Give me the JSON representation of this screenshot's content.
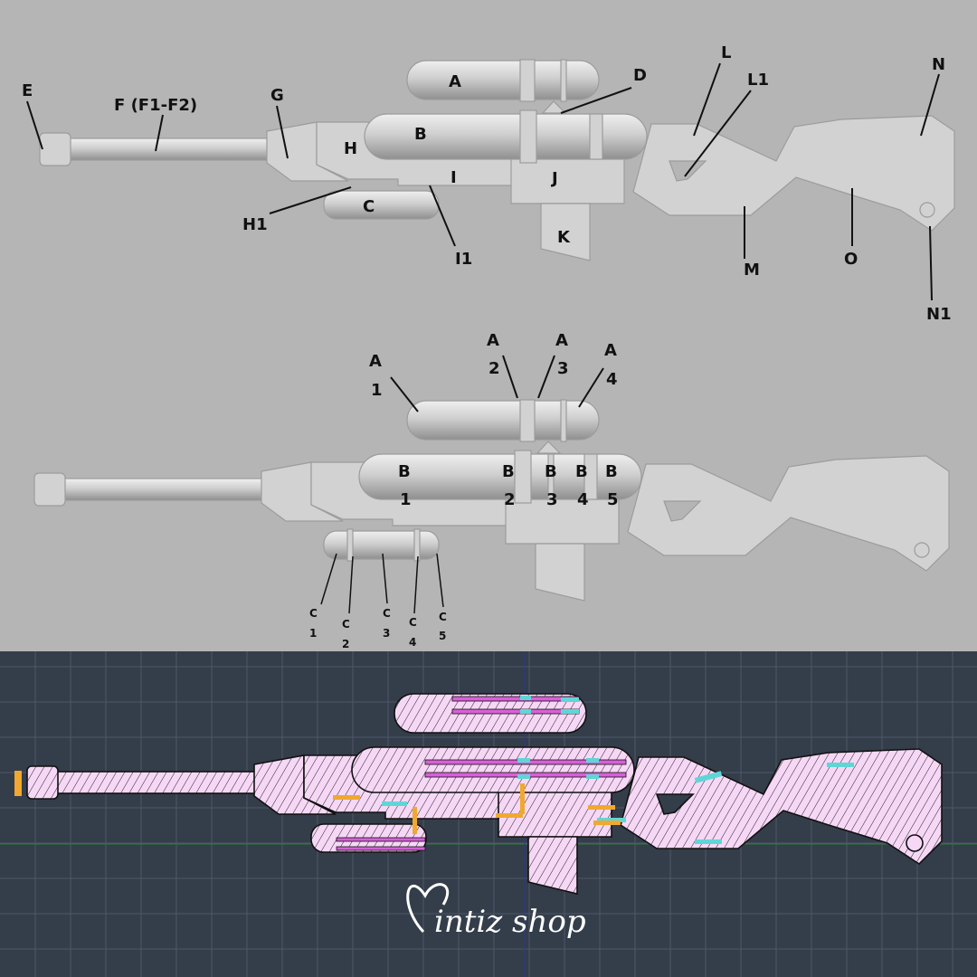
{
  "colors": {
    "background_top": "#b5b5b5",
    "model_grey": "#d2d2d2",
    "cad_background": "#343d4a",
    "section_fill": "#f6d8f6",
    "bar_magenta": "#d860d8",
    "bar_cyan": "#5fd6d6",
    "bar_orange": "#f0a830"
  },
  "top_labels": {
    "E": "E",
    "F": "F (F1-F2)",
    "G": "G",
    "H": "H",
    "H1": "H1",
    "A": "A",
    "B": "B",
    "C": "C",
    "D": "D",
    "I": "I",
    "I1": "I1",
    "J": "J",
    "K": "K",
    "L": "L",
    "L1": "L1",
    "M": "M",
    "N": "N",
    "N1": "N1",
    "O": "O"
  },
  "a_parts": [
    {
      "letter": "A",
      "num": "1"
    },
    {
      "letter": "A",
      "num": "2"
    },
    {
      "letter": "A",
      "num": "3"
    },
    {
      "letter": "A",
      "num": "4"
    }
  ],
  "b_parts": [
    {
      "letter": "B",
      "num": "1"
    },
    {
      "letter": "B",
      "num": "2"
    },
    {
      "letter": "B",
      "num": "3"
    },
    {
      "letter": "B",
      "num": "4"
    },
    {
      "letter": "B",
      "num": "5"
    }
  ],
  "c_parts": [
    {
      "letter": "C",
      "num": "1"
    },
    {
      "letter": "C",
      "num": "2"
    },
    {
      "letter": "C",
      "num": "3"
    },
    {
      "letter": "C",
      "num": "4"
    },
    {
      "letter": "C",
      "num": "5"
    }
  ],
  "logo": {
    "text": "intiz shop",
    "full": "Mintiz shop"
  }
}
